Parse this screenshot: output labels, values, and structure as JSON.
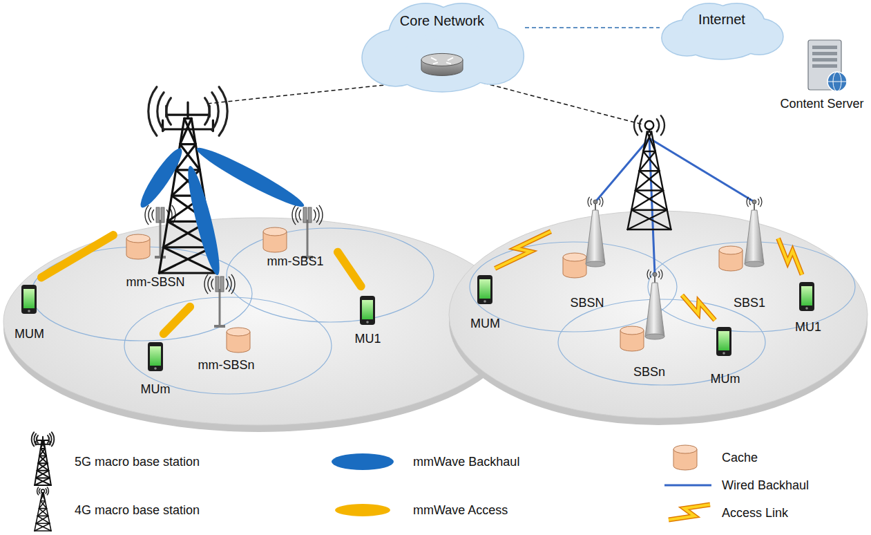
{
  "diagram": {
    "nodes": [
      {
        "text": [
          "Core Network"
        ]
      },
      {
        "text": [
          "Internet"
        ]
      },
      {
        "text": [
          "Content Server"
        ]
      },
      {
        "text": [
          "mm-SBSN"
        ]
      },
      {
        "text": [
          "mm-SBS1"
        ]
      },
      {
        "text": [
          "MUM"
        ]
      },
      {
        "text": [
          "mm-SBSn"
        ]
      },
      {
        "text": [
          "MU1"
        ]
      },
      {
        "text": [
          "MUm"
        ]
      },
      {
        "text": [
          "SBSN"
        ]
      },
      {
        "text": [
          "SBS1"
        ]
      },
      {
        "text": [
          "MUM"
        ]
      },
      {
        "text": [
          "MU1"
        ]
      },
      {
        "text": [
          "SBSn"
        ]
      },
      {
        "text": [
          "MUm"
        ]
      }
    ],
    "edges": [
      {
        "from": 0,
        "to": 1,
        "arrow": "none"
      },
      {
        "from": 3,
        "to": 5,
        "arrow": "none"
      },
      {
        "from": 4,
        "to": 7,
        "arrow": "none"
      },
      {
        "from": 6,
        "to": 8,
        "arrow": "none"
      },
      {
        "from": 9,
        "to": 11,
        "arrow": "none"
      },
      {
        "from": 10,
        "to": 12,
        "arrow": "none"
      },
      {
        "from": 13,
        "to": 14,
        "arrow": "none"
      }
    ],
    "legend": [
      {
        "text": "5G macro base station"
      },
      {
        "text": "mmWave Backhaul",
        "color": "#1a6cc0"
      },
      {
        "text": "Cache"
      },
      {
        "text": "Wired Backhaul"
      },
      {
        "text": "4G macro base station"
      },
      {
        "text": "mmWave Access",
        "color": "#f5b400"
      },
      {
        "text": "Access Link"
      }
    ]
  }
}
